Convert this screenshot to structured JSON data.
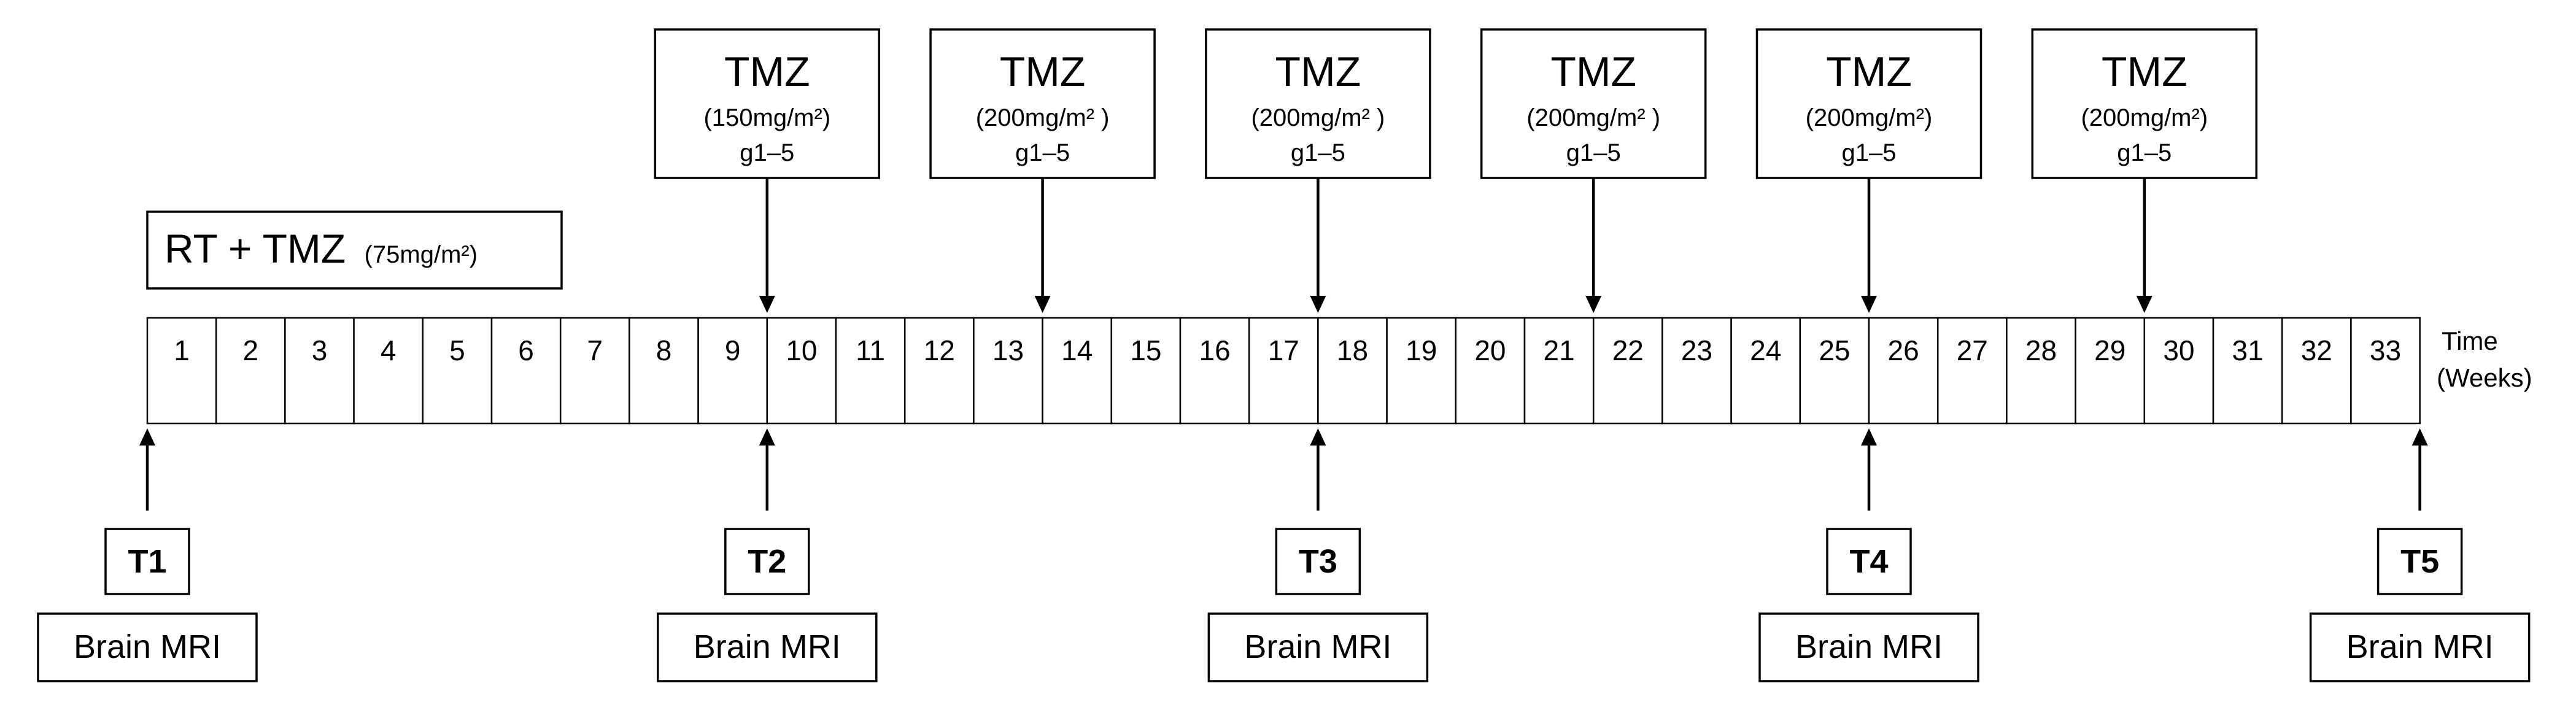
{
  "timeline": {
    "weeks": [
      "1",
      "2",
      "3",
      "4",
      "5",
      "6",
      "7",
      "8",
      "9",
      "10",
      "11",
      "12",
      "13",
      "14",
      "15",
      "16",
      "17",
      "18",
      "19",
      "20",
      "21",
      "22",
      "23",
      "24",
      "25",
      "26",
      "27",
      "28",
      "29",
      "30",
      "31",
      "32",
      "33"
    ],
    "axis_label_line1": "Time",
    "axis_label_line2": "(Weeks)"
  },
  "rt_box": {
    "label": "RT + TMZ",
    "dose": "(75mg/m²)"
  },
  "tmz_cycles": [
    {
      "title": "TMZ",
      "dose": "(150mg/m²)",
      "days": "g1–5",
      "week_boundary": 9
    },
    {
      "title": "TMZ",
      "dose": "(200mg/m² )",
      "days": "g1–5",
      "week_boundary": 13
    },
    {
      "title": "TMZ",
      "dose": "(200mg/m² )",
      "days": "g1–5",
      "week_boundary": 17
    },
    {
      "title": "TMZ",
      "dose": "(200mg/m² )",
      "days": "g1–5",
      "week_boundary": 21
    },
    {
      "title": "TMZ",
      "dose": "(200mg/m²)",
      "days": "g1–5",
      "week_boundary": 25
    },
    {
      "title": "TMZ",
      "dose": "(200mg/m²)",
      "days": "g1–5",
      "week_boundary": 29
    }
  ],
  "timepoints": [
    {
      "label": "T1",
      "exam": "Brain MRI",
      "week_boundary": 0
    },
    {
      "label": "T2",
      "exam": "Brain MRI",
      "week_boundary": 9
    },
    {
      "label": "T3",
      "exam": "Brain MRI",
      "week_boundary": 17
    },
    {
      "label": "T4",
      "exam": "Brain MRI",
      "week_boundary": 25
    },
    {
      "label": "T5",
      "exam": "Brain MRI",
      "week_boundary": 33
    }
  ],
  "colors": {
    "line": "#000000",
    "background": "#ffffff"
  }
}
